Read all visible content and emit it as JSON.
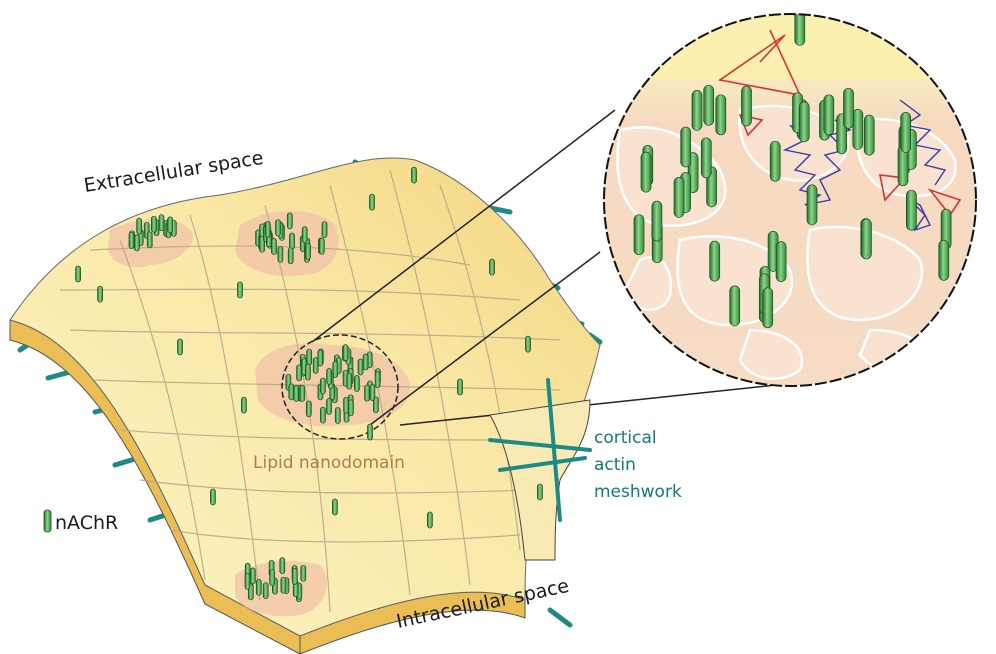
{
  "labels": {
    "extracellular": "Extracellular space",
    "intracellular": "Intracellular space",
    "nanodomain": "Lipid nanodomain",
    "actin_line1": "cortical",
    "actin_line2": "actin",
    "actin_line3": "meshwork",
    "legend_nachr": "nAChR"
  },
  "colors": {
    "membrane_light": "#fdf3c4",
    "membrane_mid": "#f6df92",
    "membrane_edge": "#e8c060",
    "nanodomain_fill": "#f2c7a8",
    "actin_teal": "#1e8a85",
    "receptor_green": "#3a9a45",
    "receptor_light": "#9fd89a",
    "diffusion_red": "#e03030",
    "diffusion_blue": "#3a3aa8",
    "label_teal": "#127a78",
    "label_brown": "#b07a55"
  }
}
